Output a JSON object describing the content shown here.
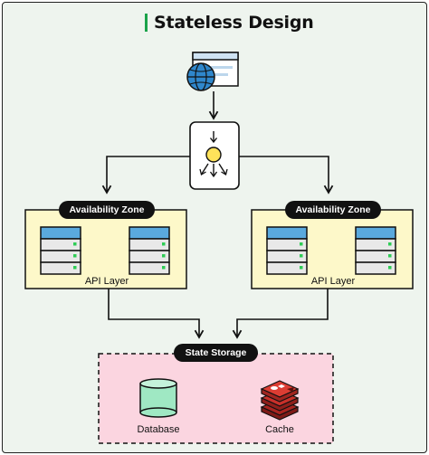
{
  "title": "Stateless Design",
  "nodes": {
    "client": {
      "icon": "browser-globe-icon"
    },
    "load_balancer": {
      "icon": "load-balancer-icon"
    },
    "zone_left": {
      "badge": "Availability Zone",
      "label": "API Layer",
      "icon": "server-rack-icon"
    },
    "zone_right": {
      "badge": "Availability Zone",
      "label": "API Layer",
      "icon": "server-rack-icon"
    },
    "state_storage": {
      "badge": "State Storage"
    },
    "database": {
      "label": "Database",
      "icon": "database-cylinder-icon"
    },
    "cache": {
      "label": "Cache",
      "icon": "redis-cache-icon"
    }
  },
  "colors": {
    "background": "#eef4ee",
    "title_accent": "#1aa34a",
    "zone_fill": "#fdf8c9",
    "storage_fill": "#fbd5e0",
    "server_fill": "#e8e8e8",
    "server_top": "#5aa9dd",
    "server_led": "#2ecc55",
    "database_fill": "#9fe8c3",
    "cache_fill": "#c8302a",
    "load_balancer_dot": "#ffe25a",
    "globe_fill": "#2f87cc"
  }
}
